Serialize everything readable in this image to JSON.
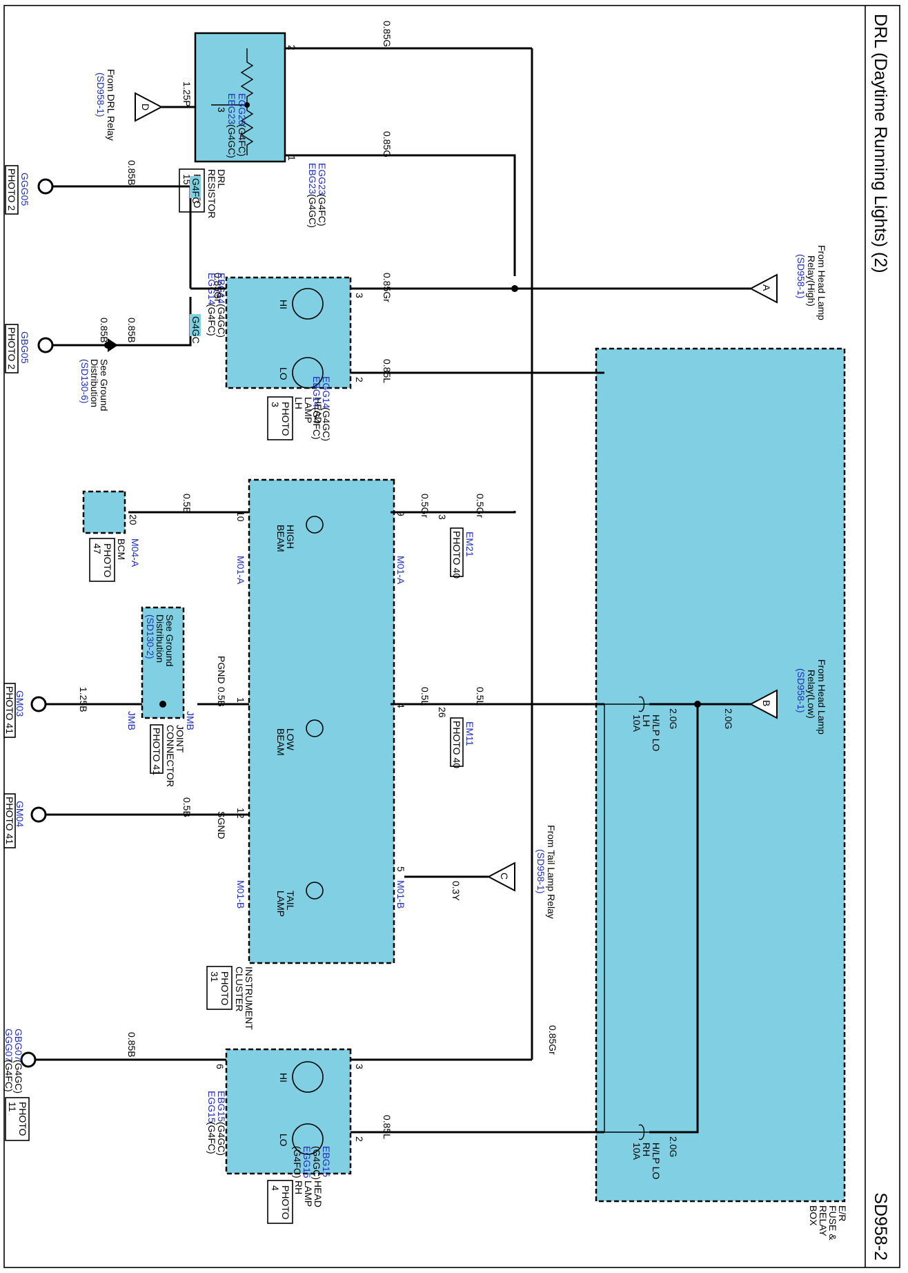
{
  "title": "DRL (Daytime Running Lights) (2)",
  "page_id": "SD958-2",
  "colors": {
    "module_fill": "#80cfe3",
    "connector_text": "#1f2fb4",
    "wire": "#000000"
  },
  "sources": {
    "a": {
      "letter": "A",
      "line1": "From Head Lamp",
      "line2": "Relay(High)",
      "ref": "(SD958-1)"
    },
    "b": {
      "letter": "B",
      "line1": "From Head Lamp",
      "line2": "Relay(Low)",
      "ref": "(SD958-1)"
    },
    "c": {
      "letter": "C",
      "line1": "From Tail Lamp Relay",
      "ref": "(SD958-1)"
    },
    "d": {
      "letter": "D",
      "line1": "From DRL Relay",
      "ref": "(SD958-1)"
    }
  },
  "components": {
    "drl_resistor": {
      "name1": "DRL",
      "name2": "RESISTOR",
      "photo1": "PHOTO",
      "photo2": "15",
      "conn_a1": "EBG23",
      "conn_a1s": "(G4GC)",
      "conn_a2": "EGG23",
      "conn_a2s": "(G4FC)",
      "conn_b1": "EBG23",
      "conn_b1s": "(G4GC)",
      "conn_b2": "EGG23",
      "conn_b2s": "(G4FC)"
    },
    "head_lamp_lh": {
      "name1": "HEAD",
      "name2": "LAMP",
      "name3": "LH",
      "photo1": "PHOTO",
      "photo2": "3",
      "hi": "HI",
      "lo": "LO",
      "conn_a1": "EBG14",
      "conn_a1s": "(G4GC)",
      "conn_a2": "EGG14",
      "conn_a2s": "(G4FC)",
      "conn_b1": "EBG14",
      "conn_b1s": "(G4GC)",
      "conn_b2": "EGG14",
      "conn_b2s": "(G4FC)"
    },
    "head_lamp_rh": {
      "name1": "HEAD",
      "name2": "LAMP",
      "name3": "RH",
      "photo1": "PHOTO",
      "photo2": "4",
      "hi": "HI",
      "lo": "LO",
      "conn_a1": "EBG15",
      "conn_a1s": "(G4GC)",
      "conn_a2": "EGG15",
      "conn_a2s": "(G4FC)",
      "conn_b1": "EBG15",
      "conn_b1s": "(G4GC)",
      "conn_b2": "EGG15",
      "conn_b2s": "(G4FC)"
    },
    "instrument_cluster": {
      "name1": "INSTRUMENT",
      "name2": "CLUSTER",
      "photo1": "PHOTO",
      "photo2": "31",
      "high_beam1": "HIGH",
      "high_beam2": "BEAM",
      "low_beam1": "LOW",
      "low_beam2": "BEAM",
      "tail1": "TAIL",
      "tail2": "LAMP",
      "pgnd": "PGND",
      "sgnd": "SGND",
      "conn_top_a": "M01-A",
      "conn_top_b": "M01-B",
      "conn_bot_a": "M01-A",
      "conn_bot_b": "M01-B"
    },
    "bcm": {
      "name": "BCM",
      "photo1": "PHOTO",
      "photo2": "47",
      "conn": "M04-A",
      "pin": "20"
    },
    "joint_connector": {
      "name1": "JOINT",
      "name2": "CONNECTOR",
      "photo": "PHOTO 41",
      "conn_l": "JMB",
      "conn_r": "JMB",
      "see1": "See Ground",
      "see2": "Distribution",
      "ref": "(SD130-2)"
    },
    "er_box": {
      "name1": "E/R",
      "name2": "FUSE &",
      "name3": "RELAY",
      "name4": "BOX",
      "fuse_lh1": "H/LP LO",
      "fuse_lh2": "LH",
      "fuse_lh3": "10A",
      "fuse_rh1": "H/LP LO",
      "fuse_rh2": "RH",
      "fuse_rh3": "10A"
    },
    "em21": {
      "conn": "EM21",
      "photo": "PHOTO 40",
      "pin": "3"
    },
    "em11": {
      "conn": "EM11",
      "photo": "PHOTO 40",
      "pin": "26"
    }
  },
  "wires": {
    "g085a": "0.85G",
    "g085b": "0.85G",
    "gr085a": "0.85Gr",
    "gr085b": "0.85Gr",
    "gr085c": "0.85Gr",
    "gr05a": "0.5Gr",
    "gr05b": "0.5Gr",
    "l085a": "0.85L",
    "l085b": "0.85L",
    "l05a": "0.5L",
    "l05b": "0.5L",
    "g20a": "2.0G",
    "g20b": "2.0G",
    "g20c": "2.0G",
    "y03": "0.3Y",
    "p125": "1.25P",
    "b085a": "0.85B",
    "b085b": "0.85B",
    "b085c": "0.85B",
    "b085d": "0.85B",
    "b05a": "0.5B",
    "b05b": "0.5B",
    "b05c": "0.5B",
    "b125": "1.25B"
  },
  "pins": {
    "p1": "1",
    "p2": "2",
    "p3": "3",
    "p4": "4",
    "p5": "5",
    "p6": "6",
    "p9": "9",
    "p10": "10",
    "p12": "12"
  },
  "grounds": {
    "ggg05": {
      "name": "GGG05",
      "photo": "PHOTO 2"
    },
    "gbg05": {
      "name": "GBG05",
      "photo": "PHOTO 2"
    },
    "gm03": {
      "name": "GM03",
      "photo": "PHOTO 41"
    },
    "gm04": {
      "name": "GM04",
      "photo": "PHOTO 41"
    },
    "gbg07": {
      "name1": "GBG07",
      "name1s": "(G4GC)",
      "name2": "GGG07",
      "name2s": "(G4FC)",
      "photo1": "PHOTO",
      "photo2": "11"
    }
  },
  "variants": {
    "g4fc": "G4FC",
    "g4gc": "G4GC"
  },
  "ground_ref": {
    "line1": "See Ground",
    "line2": "Distribution",
    "ref": "(SD130-6)"
  }
}
